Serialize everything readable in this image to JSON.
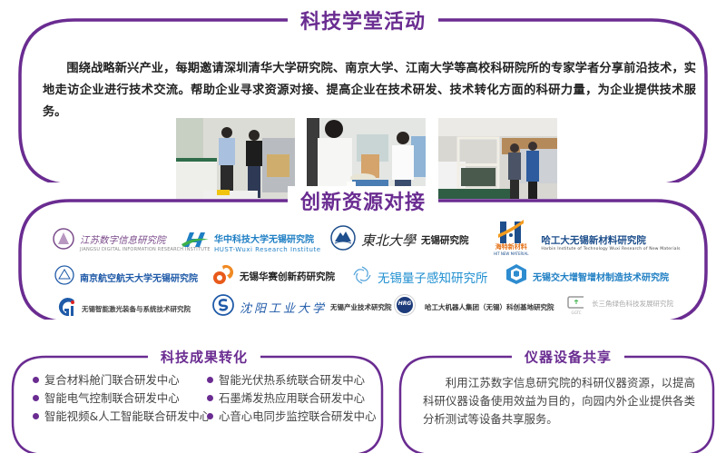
{
  "theme": {
    "accent": "#6a2c91"
  },
  "activities": {
    "title": "科技学堂活动",
    "description": "围绕战略新兴产业，每期邀请深圳清华大学研究院、南京大学、江南大学等高校科研院所的专家学者分享前沿技术，实地走访企业进行技术交流。帮助企业寻求资源对接、提高企业在技术研发、技术转化方面的科研力量，为企业提供技术服务。",
    "photos": [
      "photo-lab-visit",
      "photo-product-discussion",
      "photo-workshop-tour"
    ]
  },
  "resources": {
    "title": "创新资源对接",
    "partners": [
      {
        "name": "江苏数字信息研究院",
        "sub": "JIANGSU DIGITAL INFORMATION RESEARCH INSTITUTE",
        "color": "#7a4a8a"
      },
      {
        "name": "华中科技大学无锡研究院",
        "sub": "HUST-Wuxi Research Institute",
        "color": "#1f7fc4"
      },
      {
        "name": "東北大學",
        "suffix": "无锡研究院",
        "color": "#2a2a2a"
      },
      {
        "name": "哈工大无锡新材料研究院",
        "sub": "Harbin Institute of Technology Wuxi Research of New Materials",
        "badge": "海特新材料",
        "badge_sub": "HIT NEW MATERIAL",
        "color": "#1e4f8c"
      },
      {
        "name": "南京航空航天大学无锡研究院",
        "color": "#1f5aa8"
      },
      {
        "name": "无锡华赛创新药研究院",
        "color": "#222222"
      },
      {
        "name": "无锡量子感知研究所",
        "color": "#1f8fd0"
      },
      {
        "name": "无锡交大增智增材制造技术研究院",
        "color": "#1f7fc4"
      },
      {
        "name": "无锡智能激光装备与系统技术研究院",
        "color": "#444444"
      },
      {
        "name": "沈阳工业大学",
        "suffix": "无锡产业技术研究院",
        "color": "#1f5aa8"
      },
      {
        "name": "哈工大机器人集团（无锡）科创基地研究院",
        "badge": "HRG",
        "color": "#333333"
      },
      {
        "name": "长三角绿色科技发展研究院",
        "badge": "GGTC",
        "color": "#aaaaaa"
      }
    ]
  },
  "transfer": {
    "title": "科技成果转化",
    "items": [
      "复合材料舱门联合研发中心",
      "智能光伏热系统联合研发中心",
      "智能电气控制联合研发中心",
      "石墨烯发热应用联合研发中心",
      "智能视频&人工智能联合研发中心",
      "心音心电同步监控联合研发中心"
    ]
  },
  "sharing": {
    "title": "仪器设备共享",
    "description": "利用江苏数字信息研究院的科研仪器资源，以提高科研仪器设备使用效益为目的，向园内外企业提供各类分析测试等设备共享服务。"
  }
}
